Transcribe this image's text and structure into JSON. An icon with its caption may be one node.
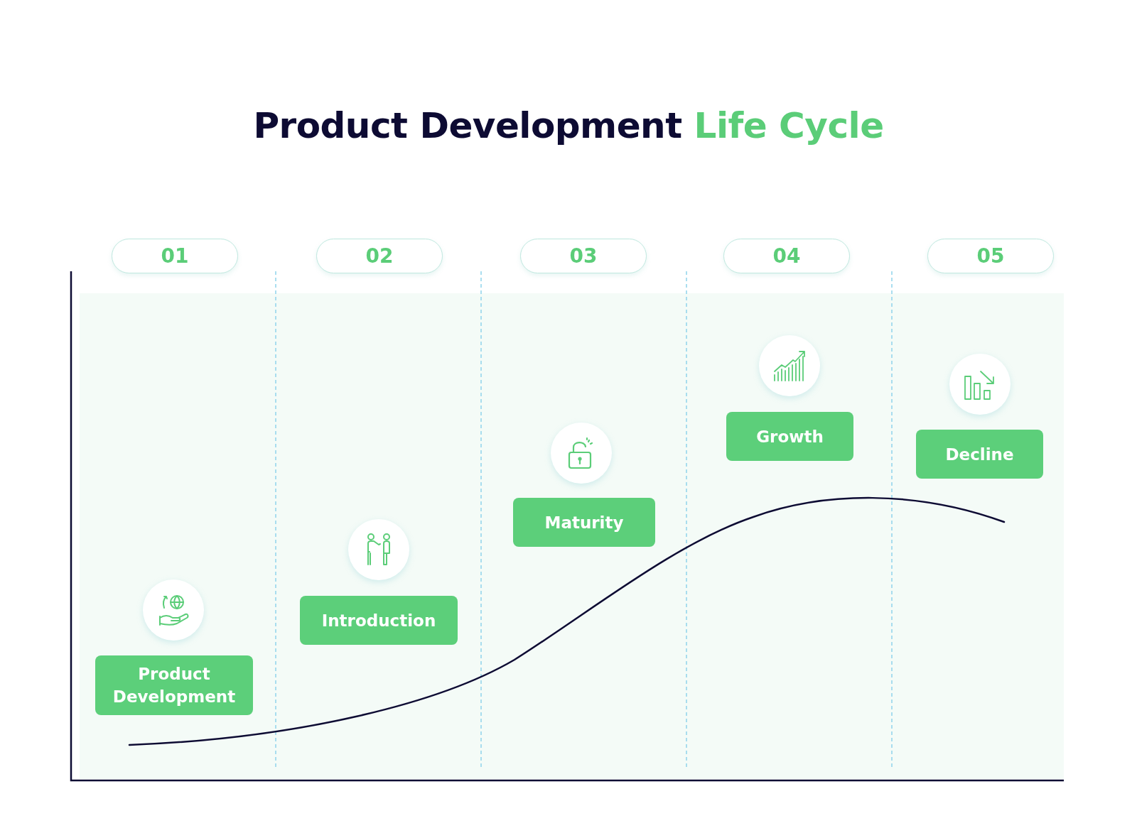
{
  "diagram": {
    "title": "Product Development Life Cycle",
    "nodes": [
      {
        "text": [
          "01"
        ]
      },
      {
        "text": [
          "02"
        ]
      },
      {
        "text": [
          "03"
        ]
      },
      {
        "text": [
          "04"
        ]
      },
      {
        "text": [
          "05"
        ]
      },
      {
        "text": [
          "Product Development"
        ]
      },
      {
        "text": [
          "Introduction"
        ]
      },
      {
        "text": [
          "Maturity"
        ]
      },
      {
        "text": [
          "Growth"
        ]
      },
      {
        "text": [
          "Decline"
        ]
      }
    ]
  }
}
